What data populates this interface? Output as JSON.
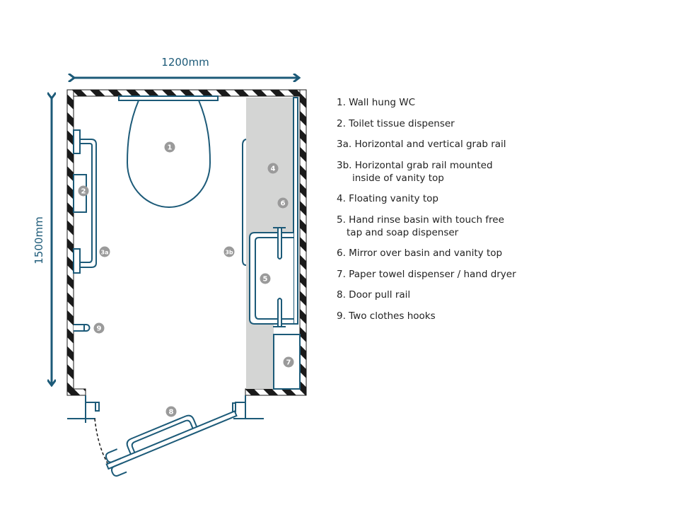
{
  "dimensions": {
    "width": "1200mm",
    "depth": "1500mm"
  },
  "markers": {
    "m1": "1",
    "m2": "2",
    "m3a": "3a",
    "m3b": "3b",
    "m4": "4",
    "m5": "5",
    "m6": "6",
    "m7": "7",
    "m8": "8",
    "m9": "9"
  },
  "legend": [
    {
      "line1": "1. Wall hung WC"
    },
    {
      "line1": "2. Toilet tissue dispenser"
    },
    {
      "line1": "3a. Horizontal and vertical grab rail"
    },
    {
      "line1": "3b. Horizontal grab rail mounted",
      "line2": "inside of vanity top"
    },
    {
      "line1": "4. Floating vanity top"
    },
    {
      "line1": "5. Hand rinse basin with touch free",
      "line2": "tap and soap dispenser"
    },
    {
      "line1": "6. Mirror over basin and vanity top"
    },
    {
      "line1": "7. Paper towel dispenser / hand dryer"
    },
    {
      "line1": "8. Door pull rail"
    },
    {
      "line1": "9. Two clothes hooks"
    }
  ],
  "colors": {
    "line": "#1c5a78",
    "vanity": "#d4d5d4",
    "marker": "#9a9a9a"
  }
}
